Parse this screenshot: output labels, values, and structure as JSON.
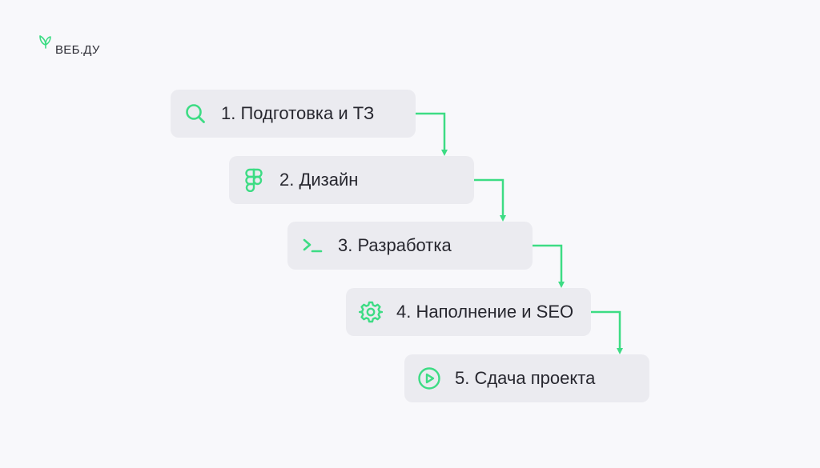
{
  "brand": {
    "name": "ВЕБ.ДУ",
    "logo_icon": "leaf-logo-icon"
  },
  "accent_color": "#3ddc84",
  "steps": [
    {
      "label": "1. Подготовка и ТЗ",
      "icon": "search-icon"
    },
    {
      "label": "2. Дизайн",
      "icon": "figma-icon"
    },
    {
      "label": "3. Разработка",
      "icon": "terminal-icon"
    },
    {
      "label": "4. Наполнение и SEO",
      "icon": "gear-icon"
    },
    {
      "label": "5. Сдача проекта",
      "icon": "play-circle-icon"
    }
  ]
}
